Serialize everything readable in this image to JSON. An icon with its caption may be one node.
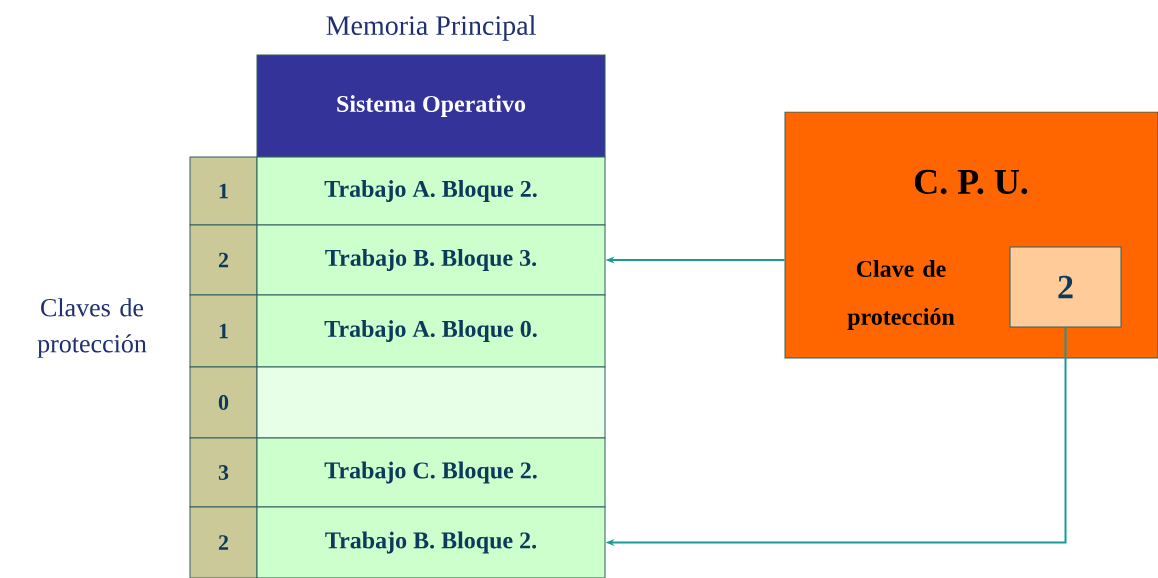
{
  "diagram": {
    "title": "Memoria Principal",
    "nodes": [
      {
        "text": [
          "Sistema Operativo"
        ]
      },
      {
        "text": [
          "1"
        ]
      },
      {
        "text": [
          "Trabajo A. Bloque 2."
        ]
      },
      {
        "text": [
          "2"
        ]
      },
      {
        "text": [
          "Trabajo B. Bloque 3."
        ]
      },
      {
        "text": [
          "1"
        ]
      },
      {
        "text": [
          "Trabajo A. Bloque 0."
        ]
      },
      {
        "text": [
          "0"
        ]
      },
      {
        "text": [],
        "shape": "box"
      },
      {
        "text": [
          "3"
        ]
      },
      {
        "text": [
          "Trabajo C. Bloque 2."
        ]
      },
      {
        "text": [
          "2"
        ]
      },
      {
        "text": [
          "Trabajo B. Bloque 2."
        ]
      },
      {
        "text": [
          "C. P. U.",
          "Clave de protección"
        ]
      },
      {
        "text": [
          "2"
        ],
        "in": 13
      }
    ],
    "edges": [
      {
        "from": 13,
        "to": 4,
        "arrow": "to"
      },
      {
        "from": 14,
        "to": 12,
        "arrow": "to"
      }
    ],
    "labels": [
      "Claves de protección"
    ]
  }
}
